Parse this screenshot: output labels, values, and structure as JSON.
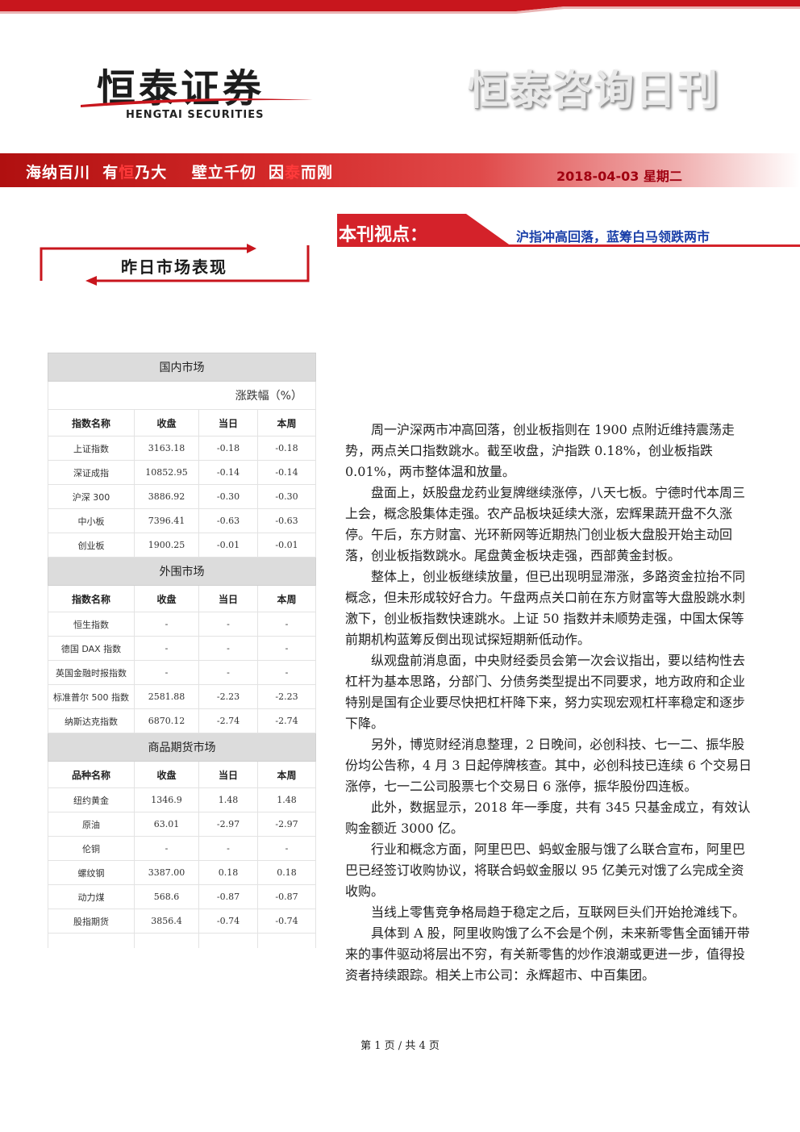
{
  "header": {
    "logo_cn": "恒泰证券",
    "logo_en": "HENGTAI SECURITIES",
    "daily_title": "恒泰咨询日刊",
    "slogan_parts": [
      "海纳百川  有",
      "恒",
      "乃大    壁立千仞  因",
      "泰",
      "而刚"
    ],
    "date": "2018-04-03  星期二"
  },
  "viewpoint": {
    "label": "本刊视点：",
    "headline": "沪指冲高回落，蓝筹白马领跌两市"
  },
  "yesterday_box_title": "昨日市场表现",
  "market": {
    "domestic": {
      "title": "国内市场",
      "unit": "涨跌幅（%）",
      "columns": [
        "指数名称",
        "收盘",
        "当日",
        "本周"
      ],
      "rows": [
        [
          "上证指数",
          "3163.18",
          "-0.18",
          "-0.18"
        ],
        [
          "深证成指",
          "10852.95",
          "-0.14",
          "-0.14"
        ],
        [
          "沪深 300",
          "3886.92",
          "-0.30",
          "-0.30"
        ],
        [
          "中小板",
          "7396.41",
          "-0.63",
          "-0.63"
        ],
        [
          "创业板",
          "1900.25",
          "-0.01",
          "-0.01"
        ]
      ]
    },
    "overseas": {
      "title": "外围市场",
      "columns": [
        "指数名称",
        "收盘",
        "当日",
        "本周"
      ],
      "rows": [
        [
          "恒生指数",
          "-",
          "-",
          "-"
        ],
        [
          "德国 DAX 指数",
          "-",
          "-",
          "-"
        ],
        [
          "英国金融时报指数",
          "-",
          "-",
          "-"
        ],
        [
          "标准普尔 500 指数",
          "2581.88",
          "-2.23",
          "-2.23"
        ],
        [
          "纳斯达克指数",
          "6870.12",
          "-2.74",
          "-2.74"
        ]
      ]
    },
    "futures": {
      "title": "商品期货市场",
      "columns": [
        "品种名称",
        "收盘",
        "当日",
        "本周"
      ],
      "rows": [
        [
          "纽约黄金",
          "1346.9",
          "1.48",
          "1.48"
        ],
        [
          "原油",
          "63.01",
          "-2.97",
          "-2.97"
        ],
        [
          "伦铜",
          "-",
          "-",
          "-"
        ],
        [
          "螺纹钢",
          "3387.00",
          "0.18",
          "0.18"
        ],
        [
          "动力煤",
          "568.6",
          "-0.87",
          "-0.87"
        ],
        [
          "股指期货",
          "3856.4",
          "-0.74",
          "-0.74"
        ]
      ]
    }
  },
  "article": {
    "paragraphs": [
      "周一沪深两市冲高回落，创业板指则在 1900 点附近维持震荡走势，两点关口指数跳水。截至收盘，沪指跌 0.18%，创业板指跌 0.01%，两市整体温和放量。",
      "盘面上，妖股盘龙药业复牌继续涨停，八天七板。宁德时代本周三上会，概念股集体走强。农产品板块延续大涨，宏辉果蔬开盘不久涨停。午后，东方财富、光环新网等近期热门创业板大盘股开始主动回落，创业板指数跳水。尾盘黄金板块走强，西部黄金封板。",
      "整体上，创业板继续放量，但已出现明显滞涨，多路资金拉抬不同概念，但未形成较好合力。午盘两点关口前在东方财富等大盘股跳水刺激下，创业板指数快速跳水。上证 50 指数并未顺势走强，中国太保等前期机构蓝筹反倒出现试探短期新低动作。",
      "纵观盘前消息面，中央财经委员会第一次会议指出，要以结构性去杠杆为基本思路，分部门、分债务类型提出不同要求，地方政府和企业特别是国有企业要尽快把杠杆降下来，努力实现宏观杠杆率稳定和逐步下降。",
      "另外，博览财经消息整理，2 日晚间，必创科技、七一二、振华股份均公告称，4 月 3 日起停牌核查。其中，必创科技已连续 6 个交易日涨停，七一二公司股票七个交易日 6 涨停，振华股份四连板。",
      "此外，数据显示，2018 年一季度，共有 345 只基金成立，有效认购金额近 3000 亿。",
      "行业和概念方面，阿里巴巴、蚂蚁金服与饿了么联合宣布，阿里巴巴已经签订收购协议，将联合蚂蚁金服以 95 亿美元对饿了么完成全资收购。",
      "当线上零售竞争格局趋于稳定之后，互联网巨头们开始抢滩线下。",
      "具体到 A 股，阿里收购饿了么不会是个例，未来新零售全面铺开带来的事件驱动将层出不穷，有关新零售的炒作浪潮或更进一步，值得投资者持续跟踪。相关上市公司：永辉超市、中百集团。"
    ]
  },
  "footer": "第 1 页 / 共 4 页",
  "colors": {
    "brand_red": "#c8161d",
    "headline_blue": "#1a3fa8"
  }
}
